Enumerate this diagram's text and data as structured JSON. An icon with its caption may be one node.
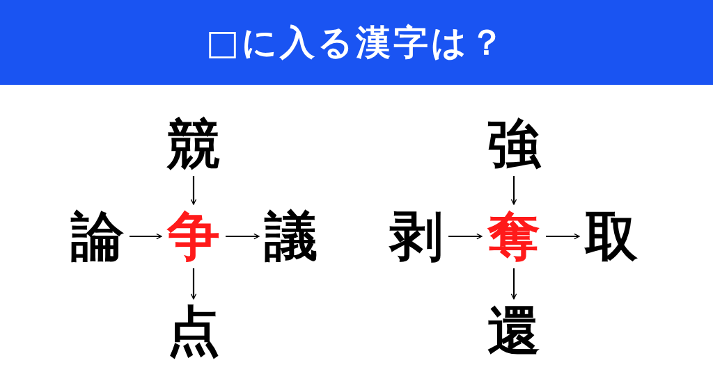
{
  "diagram": {
    "title": "□に入る漢字は？",
    "nodes": [
      {
        "text": [
          "競"
        ]
      },
      {
        "text": [
          "論"
        ]
      },
      {
        "text": [
          "争"
        ]
      },
      {
        "text": [
          "議"
        ]
      },
      {
        "text": [
          "点"
        ]
      },
      {
        "text": [
          "強"
        ]
      },
      {
        "text": [
          "剥"
        ]
      },
      {
        "text": [
          "奪"
        ]
      },
      {
        "text": [
          "取"
        ]
      },
      {
        "text": [
          "還"
        ]
      }
    ],
    "edges": [
      {
        "from": 0,
        "to": 2,
        "arrow": "to"
      },
      {
        "from": 1,
        "to": 2,
        "arrow": "to"
      },
      {
        "from": 2,
        "to": 3,
        "arrow": "to"
      },
      {
        "from": 2,
        "to": 4,
        "arrow": "to"
      },
      {
        "from": 5,
        "to": 7,
        "arrow": "to"
      },
      {
        "from": 6,
        "to": 7,
        "arrow": "to"
      },
      {
        "from": 7,
        "to": 8,
        "arrow": "to"
      },
      {
        "from": 7,
        "to": 9,
        "arrow": "to"
      }
    ]
  }
}
